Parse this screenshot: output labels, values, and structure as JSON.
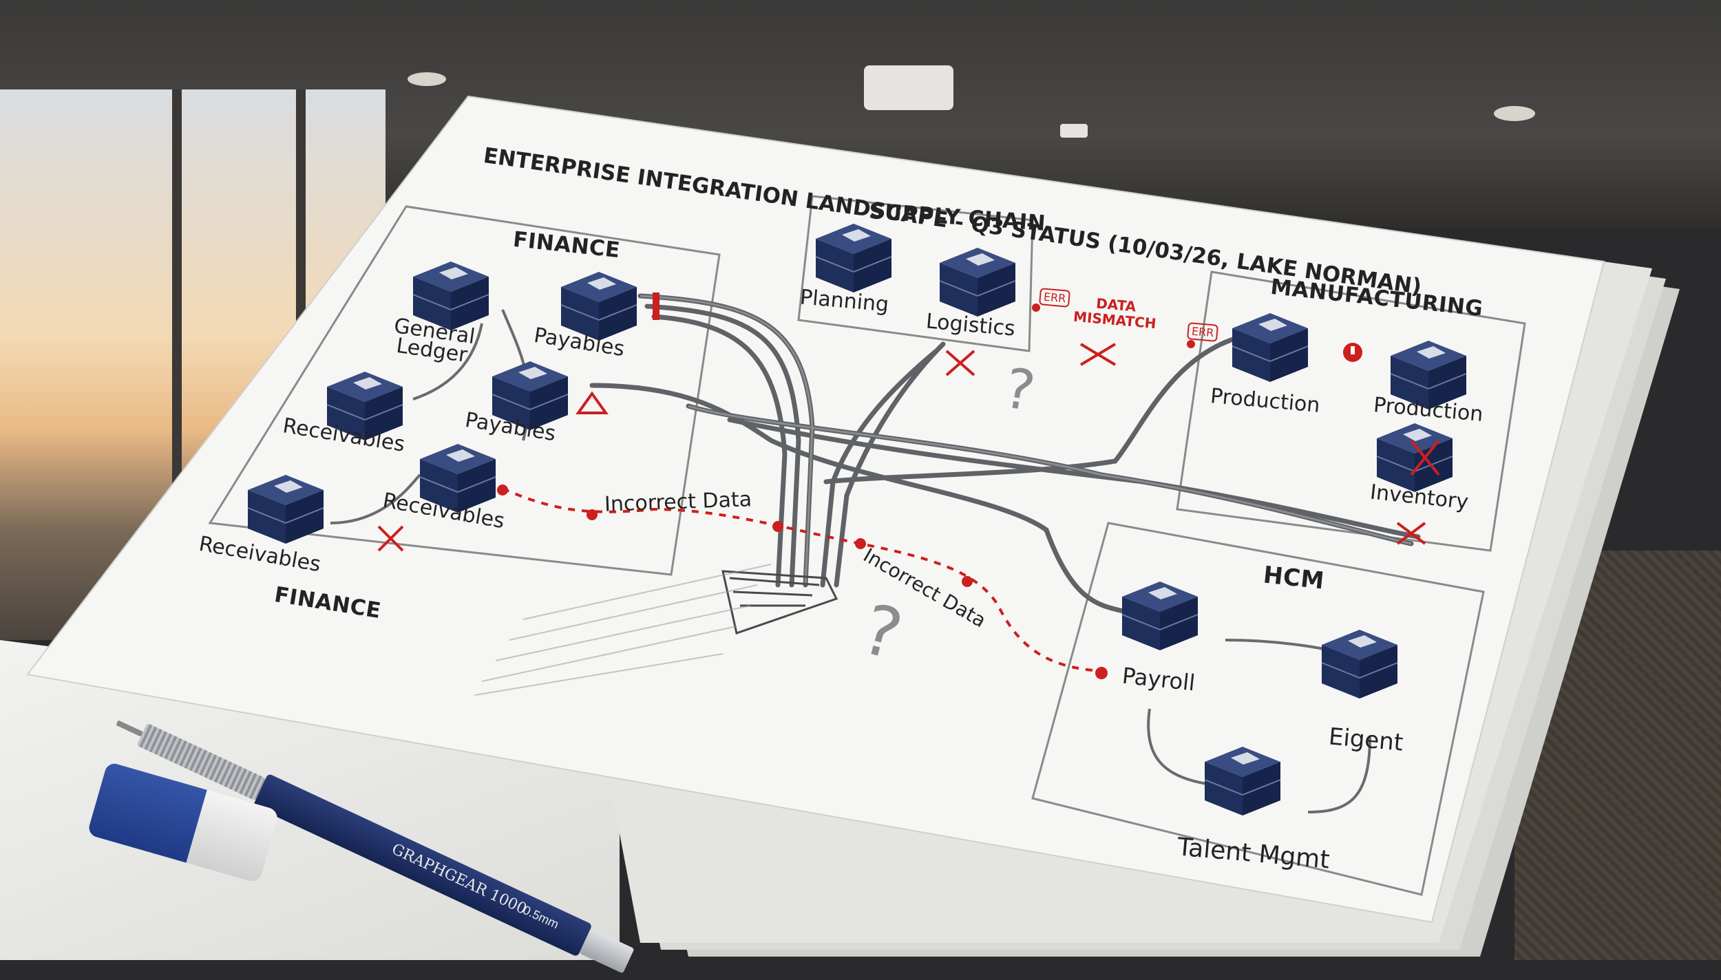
{
  "title": "ENTERPRISE INTEGRATION LANDSCAPE - Q3 STATUS (10/03/26, LAKE NORMAN)",
  "sections": {
    "finance_top": "FINANCE",
    "finance_bottom": "FINANCE",
    "supply_chain": "SUPPLY CHAIN",
    "manufacturing": "MANUFACTURING",
    "hcm": "HCM"
  },
  "nodes": {
    "general_ledger": "General\nLedger",
    "payables_1": "Payables",
    "payables_2": "Payables",
    "receivables_1": "Receivables",
    "receivables_2": "Receivables",
    "receivables_3": "Receivables",
    "planning": "Planning",
    "logistics": "Logistics",
    "production_1": "Production",
    "production_2": "Production",
    "inventory": "Inventory",
    "payroll": "Payroll",
    "eigent": "Eigent",
    "talent_mgmt": "Talent Mgmt"
  },
  "annotations": {
    "err_1": "ERR",
    "err_2": "ERR",
    "data_mismatch": "DATA\nMISMATCH",
    "incorrect_data_1": "Incorrect Data",
    "incorrect_data_2": "Incorrect Data",
    "question_mark": "?"
  },
  "pencil": {
    "brand": "GRAPHGEAR 1000",
    "lead": "0.5mm"
  },
  "colors": {
    "server_navy": "#1f2f5c",
    "error_red": "#cc1f1f",
    "paper": "#f6f6f4",
    "pipe_gray": "#5f6266"
  }
}
